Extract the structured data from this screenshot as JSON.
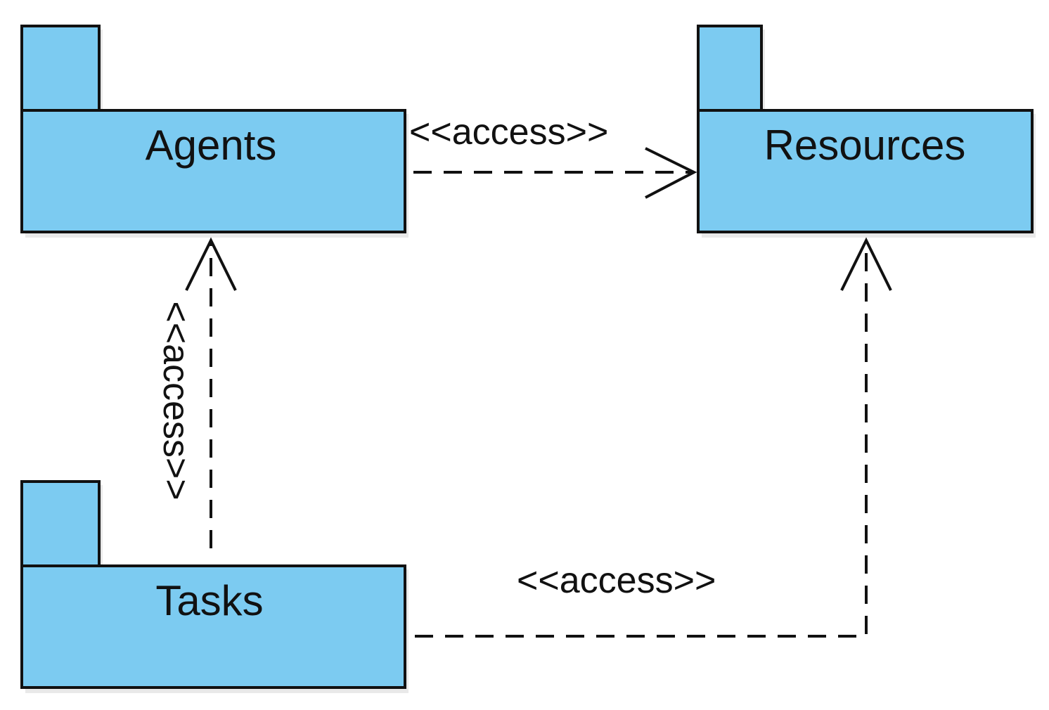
{
  "colors": {
    "package_fill": "#7ccbf1",
    "outline": "#111111"
  },
  "packages": [
    {
      "name": "Agents"
    },
    {
      "name": "Resources"
    },
    {
      "name": "Tasks"
    }
  ],
  "dependencies": [
    {
      "from": "Agents",
      "to": "Resources",
      "stereotype": "<<access>>"
    },
    {
      "from": "Tasks",
      "to": "Agents",
      "stereotype": "<<access>>"
    },
    {
      "from": "Tasks",
      "to": "Resources",
      "stereotype": "<<access>>"
    }
  ]
}
